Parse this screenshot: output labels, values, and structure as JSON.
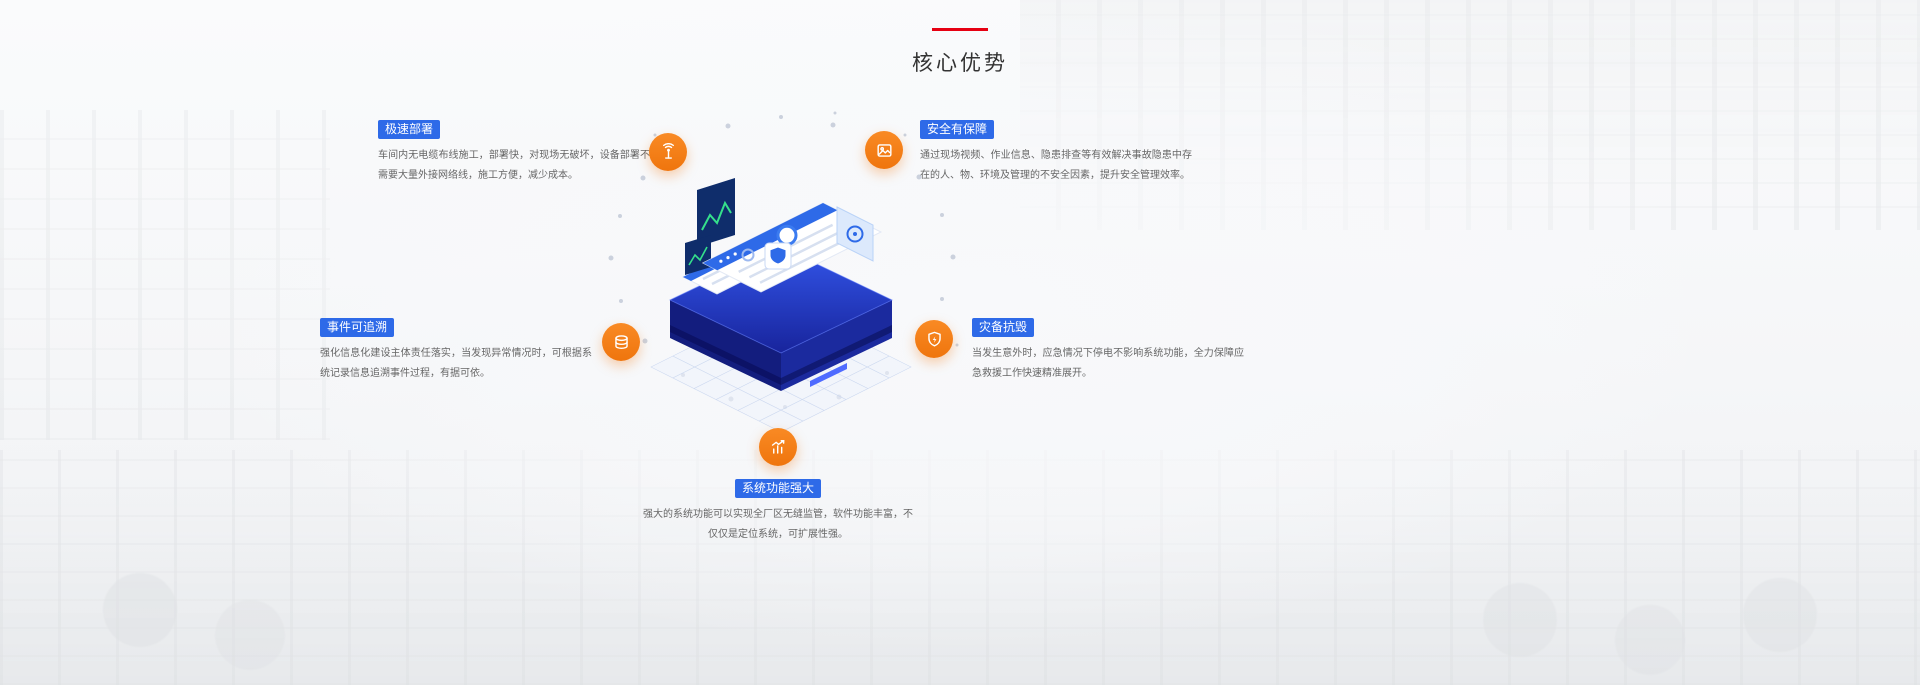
{
  "section": {
    "title": "核心优势",
    "accent_color": "#e60012"
  },
  "colors": {
    "badge_blue": "#2e6ae8",
    "icon_orange": "#f57a18",
    "body_text": "#666666",
    "title_text": "#333333",
    "background": "#f5f6f8"
  },
  "features": [
    {
      "badge": "极速部署",
      "text": "车间内无电缆布线施工，部署快，对现场无破坏，设备部署不需要大量外接网络线，施工方便，减少成本。",
      "icon": "beacon-signal-icon"
    },
    {
      "badge": "安全有保障",
      "text": "通过现场视频、作业信息、隐患排查等有效解决事故隐患中存在的人、物、环境及管理的不安全因素，提升安全管理效率。",
      "icon": "media-image-icon"
    },
    {
      "badge": "事件可追溯",
      "text": "强化信息化建设主体责任落实，当发现异常情况时，可根据系统记录信息追溯事件过程，有据可依。",
      "icon": "database-icon"
    },
    {
      "badge": "灾备抗毁",
      "text": "当发生意外时，应急情况下停电不影响系统功能，全力保障应急救援工作快速精准展开。",
      "icon": "shield-bolt-icon"
    },
    {
      "badge": "系统功能强大",
      "text": "强大的系统功能可以实现全厂区无缝监管，软件功能丰富，不仅仅是定位系统，可扩展性强。",
      "icon": "chart-growth-icon"
    }
  ]
}
